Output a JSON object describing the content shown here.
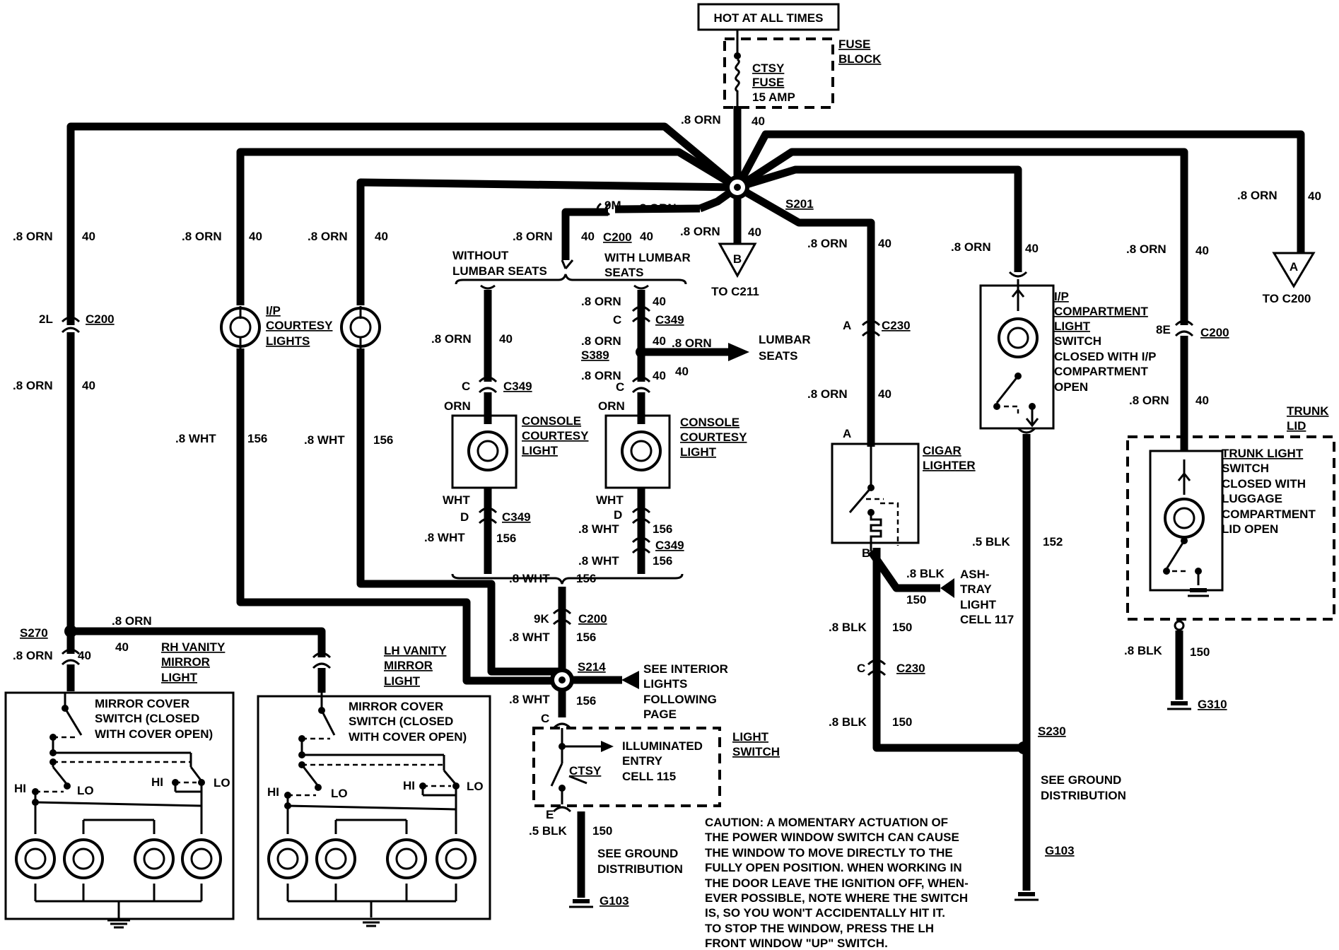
{
  "power": {
    "hot_label": "HOT AT ALL TIMES",
    "fuse_block": [
      "FUSE",
      "BLOCK"
    ],
    "fuse": [
      "CTSY",
      "FUSE",
      "15 AMP"
    ]
  },
  "feed": {
    "color": ".8 ORN",
    "circuit": "40"
  },
  "splice": {
    "s201": "S201",
    "s214": "S214",
    "s230": "S230",
    "s270": "S270",
    "s389": "S389"
  },
  "conn_b": {
    "letter": "B",
    "dest": "TO C211",
    "wire": ".8 ORN",
    "circuit": "40"
  },
  "conn_a": {
    "letter": "A",
    "dest": "TO C200",
    "wire": ".8 ORN",
    "circuit": "40"
  },
  "lumbar": {
    "pin": "9M",
    "conn": "C200",
    "without": [
      "WITHOUT",
      "LUMBAR SEATS"
    ],
    "with": [
      "WITH LUMBAR",
      "SEATS"
    ],
    "seats": [
      "LUMBAR",
      "SEATS"
    ]
  },
  "courtesy": {
    "label": [
      "I/P",
      "COURTESY",
      "LIGHTS"
    ],
    "wht": ".8 WHT",
    "wht_circuit": "156"
  },
  "console": {
    "label": [
      "CONSOLE",
      "COURTESY",
      "LIGHT"
    ],
    "conn": "C349",
    "pin_c": "C",
    "pin_d": "D",
    "orn": "ORN",
    "wht": "WHT"
  },
  "cigar": {
    "label": [
      "CIGAR",
      "LIGHTER"
    ],
    "conn": "C230",
    "pin_a": "A",
    "pin_b": "B",
    "pin_c": "C",
    "ashtray": [
      "ASH-",
      "TRAY",
      "LIGHT",
      "CELL 117"
    ]
  },
  "ip_compartment": {
    "label": [
      "I/P",
      "COMPARTMENT",
      "LIGHT",
      "SWITCH",
      "CLOSED WITH I/P",
      "COMPARTMENT",
      "OPEN"
    ]
  },
  "trunk": {
    "lid": [
      "TRUNK",
      "LID"
    ],
    "label": [
      "TRUNK LIGHT",
      "SWITCH",
      "CLOSED WITH",
      "LUGGAGE",
      "COMPARTMENT",
      "LID OPEN"
    ],
    "pin": "8E",
    "conn": "C200"
  },
  "blk": {
    "b8": ".8 BLK",
    "b5": ".5 BLK",
    "c150": "150",
    "c152": "152"
  },
  "grounds": {
    "g310": "G310",
    "g103": "G103"
  },
  "ground_dist": [
    "SEE GROUND",
    "DISTRIBUTION"
  ],
  "left": {
    "pin": "2L",
    "conn": "C200"
  },
  "rh_mirror": {
    "label": [
      "RH VANITY",
      "MIRROR",
      "LIGHT"
    ]
  },
  "lh_mirror": {
    "label": [
      "LH VANITY",
      "MIRROR",
      "LIGHT"
    ]
  },
  "mirror_switch": [
    "MIRROR COVER",
    "SWITCH (CLOSED",
    "WITH COVER OPEN)"
  ],
  "hi": "HI",
  "lo": "LO",
  "s214_conn": {
    "pin": "9K",
    "conn": "C200",
    "see": [
      "SEE INTERIOR",
      "LIGHTS",
      "FOLLOWING",
      "PAGE"
    ]
  },
  "light_switch": {
    "label": [
      "LIGHT",
      "SWITCH"
    ],
    "ctsy": "CTSY",
    "entry": [
      "ILLUMINATED",
      "ENTRY",
      "CELL 115"
    ],
    "pin_c": "C",
    "pin_e": "E"
  },
  "caution": [
    "CAUTION: A MOMENTARY ACTUATION OF",
    "THE POWER WINDOW SWITCH CAN CAUSE",
    "THE WINDOW TO MOVE DIRECTLY TO THE",
    "FULLY OPEN POSITION.  WHEN WORKING IN",
    "THE DOOR LEAVE THE IGNITION OFF, WHEN-",
    "EVER POSSIBLE, NOTE WHERE THE SWITCH",
    "IS, SO YOU WON'T ACCIDENTALLY HIT IT.",
    "TO STOP THE WINDOW, PRESS THE LH",
    "FRONT WINDOW \"UP\" SWITCH."
  ]
}
